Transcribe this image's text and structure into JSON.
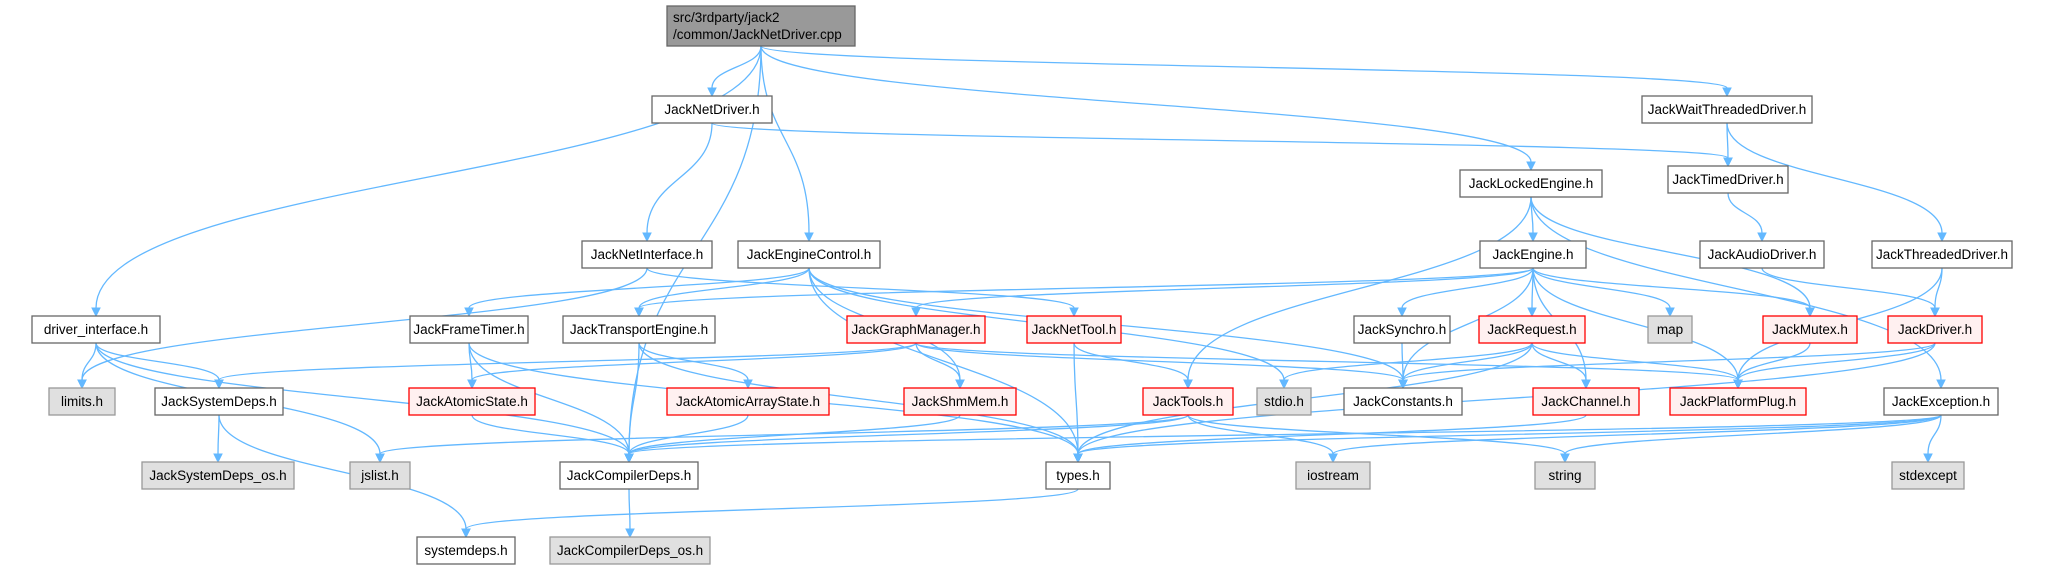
{
  "colors": {
    "edge": "#63b8ff",
    "normal_fill": "#ffffff",
    "normal_border": "#666666",
    "missing_fill": "#e0e0e0",
    "missing_border": "#999999",
    "truncated_fill": "#fff0f0",
    "truncated_border": "#ff0000",
    "root_fill": "#999999",
    "root_border": "#666666"
  },
  "nodes": [
    {
      "id": "root",
      "kind": "root",
      "lines": [
        "src/3rdparty/jack2",
        "/common/JackNetDriver.cpp"
      ]
    },
    {
      "id": "jacknetdriver-h",
      "kind": "normal",
      "lines": [
        "JackNetDriver.h"
      ]
    },
    {
      "id": "jackwaitthreadeddriver-h",
      "kind": "normal",
      "lines": [
        "JackWaitThreadedDriver.h"
      ]
    },
    {
      "id": "jacklockedengine-h",
      "kind": "normal",
      "lines": [
        "JackLockedEngine.h"
      ]
    },
    {
      "id": "jacktimeddriver-h",
      "kind": "normal",
      "lines": [
        "JackTimedDriver.h"
      ]
    },
    {
      "id": "jacknetinterface-h",
      "kind": "normal",
      "lines": [
        "JackNetInterface.h"
      ]
    },
    {
      "id": "jackenginecontrol-h",
      "kind": "normal",
      "lines": [
        "JackEngineControl.h"
      ]
    },
    {
      "id": "jackengine-h",
      "kind": "normal",
      "lines": [
        "JackEngine.h"
      ]
    },
    {
      "id": "jackaudiodriver-h",
      "kind": "normal",
      "lines": [
        "JackAudioDriver.h"
      ]
    },
    {
      "id": "jackthreadeddriver-h",
      "kind": "normal",
      "lines": [
        "JackThreadedDriver.h"
      ]
    },
    {
      "id": "driver-interface-h",
      "kind": "normal",
      "lines": [
        "driver_interface.h"
      ]
    },
    {
      "id": "jackframetimer-h",
      "kind": "normal",
      "lines": [
        "JackFrameTimer.h"
      ]
    },
    {
      "id": "jacktransportengine-h",
      "kind": "normal",
      "lines": [
        "JackTransportEngine.h"
      ]
    },
    {
      "id": "jackgraphmanager-h",
      "kind": "truncated",
      "lines": [
        "JackGraphManager.h"
      ]
    },
    {
      "id": "jacknettool-h",
      "kind": "truncated",
      "lines": [
        "JackNetTool.h"
      ]
    },
    {
      "id": "jacksynchro-h",
      "kind": "normal",
      "lines": [
        "JackSynchro.h"
      ]
    },
    {
      "id": "jackrequest-h",
      "kind": "truncated",
      "lines": [
        "JackRequest.h"
      ]
    },
    {
      "id": "map",
      "kind": "missing",
      "lines": [
        "map"
      ]
    },
    {
      "id": "jackmutex-h",
      "kind": "truncated",
      "lines": [
        "JackMutex.h"
      ]
    },
    {
      "id": "jackdriver-h",
      "kind": "truncated",
      "lines": [
        "JackDriver.h"
      ]
    },
    {
      "id": "limits-h",
      "kind": "missing",
      "lines": [
        "limits.h"
      ]
    },
    {
      "id": "jacksystemdeps-h",
      "kind": "normal",
      "lines": [
        "JackSystemDeps.h"
      ]
    },
    {
      "id": "jackatomicstate-h",
      "kind": "truncated",
      "lines": [
        "JackAtomicState.h"
      ]
    },
    {
      "id": "jackatomicarraystate-h",
      "kind": "truncated",
      "lines": [
        "JackAtomicArrayState.h"
      ]
    },
    {
      "id": "jackshmmem-h",
      "kind": "truncated",
      "lines": [
        "JackShmMem.h"
      ]
    },
    {
      "id": "jacktools-h",
      "kind": "truncated",
      "lines": [
        "JackTools.h"
      ]
    },
    {
      "id": "stdio-h",
      "kind": "missing",
      "lines": [
        "stdio.h"
      ]
    },
    {
      "id": "jackconstants-h",
      "kind": "normal",
      "lines": [
        "JackConstants.h"
      ]
    },
    {
      "id": "jackchannel-h",
      "kind": "truncated",
      "lines": [
        "JackChannel.h"
      ]
    },
    {
      "id": "jackplatformplug-h",
      "kind": "truncated",
      "lines": [
        "JackPlatformPlug.h"
      ]
    },
    {
      "id": "jackexception-h",
      "kind": "normal",
      "lines": [
        "JackException.h"
      ]
    },
    {
      "id": "jacksystemdeps-os-h",
      "kind": "missing",
      "lines": [
        "JackSystemDeps_os.h"
      ]
    },
    {
      "id": "jslist-h",
      "kind": "missing",
      "lines": [
        "jslist.h"
      ]
    },
    {
      "id": "jackcompilerdeps-h",
      "kind": "normal",
      "lines": [
        "JackCompilerDeps.h"
      ]
    },
    {
      "id": "types-h",
      "kind": "normal",
      "lines": [
        "types.h"
      ]
    },
    {
      "id": "iostream",
      "kind": "missing",
      "lines": [
        "iostream"
      ]
    },
    {
      "id": "string",
      "kind": "missing",
      "lines": [
        "string"
      ]
    },
    {
      "id": "stdexcept",
      "kind": "missing",
      "lines": [
        "stdexcept"
      ]
    },
    {
      "id": "systemdeps-h",
      "kind": "normal",
      "lines": [
        "systemdeps.h"
      ]
    },
    {
      "id": "jackcompilerdeps-os-h",
      "kind": "missing",
      "lines": [
        "JackCompilerDeps_os.h"
      ]
    }
  ],
  "edges": [
    [
      "root",
      "jacknetdriver-h"
    ],
    [
      "root",
      "jackwaitthreadeddriver-h"
    ],
    [
      "root",
      "jacklockedengine-h"
    ],
    [
      "root",
      "jackenginecontrol-h"
    ],
    [
      "root",
      "driver-interface-h"
    ],
    [
      "root",
      "jackcompilerdeps-h"
    ],
    [
      "jacknetdriver-h",
      "jacknetinterface-h"
    ],
    [
      "jacknetdriver-h",
      "jacktimeddriver-h"
    ],
    [
      "jackwaitthreadeddriver-h",
      "jacktimeddriver-h"
    ],
    [
      "jackwaitthreadeddriver-h",
      "jackthreadeddriver-h"
    ],
    [
      "jacktimeddriver-h",
      "jackaudiodriver-h"
    ],
    [
      "jackaudiodriver-h",
      "jackdriver-h"
    ],
    [
      "jackthreadeddriver-h",
      "jackdriver-h"
    ],
    [
      "jackthreadeddriver-h",
      "jackplatformplug-h"
    ],
    [
      "jacklockedengine-h",
      "jackengine-h"
    ],
    [
      "jacklockedengine-h",
      "jackmutex-h"
    ],
    [
      "jacklockedengine-h",
      "jacktools-h"
    ],
    [
      "jacklockedengine-h",
      "jackexception-h"
    ],
    [
      "jacknetinterface-h",
      "jacknettool-h"
    ],
    [
      "jacknetinterface-h",
      "limits-h"
    ],
    [
      "jackenginecontrol-h",
      "jackframetimer-h"
    ],
    [
      "jackenginecontrol-h",
      "jacktransportengine-h"
    ],
    [
      "jackenginecontrol-h",
      "jackshmmem-h"
    ],
    [
      "jackenginecontrol-h",
      "types-h"
    ],
    [
      "jackenginecontrol-h",
      "stdio-h"
    ],
    [
      "jackenginecontrol-h",
      "jackconstants-h"
    ],
    [
      "jackengine-h",
      "jackgraphmanager-h"
    ],
    [
      "jackengine-h",
      "jacktransportengine-h"
    ],
    [
      "jackengine-h",
      "jacksynchro-h"
    ],
    [
      "jackengine-h",
      "jackrequest-h"
    ],
    [
      "jackengine-h",
      "map"
    ],
    [
      "jackengine-h",
      "jackmutex-h"
    ],
    [
      "jackengine-h",
      "jackplatformplug-h"
    ],
    [
      "jackengine-h",
      "jackchannel-h"
    ],
    [
      "jackengine-h",
      "jackconstants-h"
    ],
    [
      "driver-interface-h",
      "limits-h"
    ],
    [
      "driver-interface-h",
      "jacksystemdeps-h"
    ],
    [
      "driver-interface-h",
      "jslist-h"
    ],
    [
      "driver-interface-h",
      "jackcompilerdeps-h"
    ],
    [
      "jackframetimer-h",
      "jackatomicstate-h"
    ],
    [
      "jackframetimer-h",
      "jackcompilerdeps-h"
    ],
    [
      "jackframetimer-h",
      "types-h"
    ],
    [
      "jacktransportengine-h",
      "jackatomicarraystate-h"
    ],
    [
      "jacktransportengine-h",
      "jackcompilerdeps-h"
    ],
    [
      "jacktransportengine-h",
      "types-h"
    ],
    [
      "jackgraphmanager-h",
      "jackshmmem-h"
    ],
    [
      "jackgraphmanager-h",
      "jackatomicstate-h"
    ],
    [
      "jackgraphmanager-h",
      "jacksystemdeps-h"
    ],
    [
      "jackgraphmanager-h",
      "jackconstants-h"
    ],
    [
      "jackgraphmanager-h",
      "jackplatformplug-h"
    ],
    [
      "jacknettool-h",
      "jacktools-h"
    ],
    [
      "jacknettool-h",
      "types-h"
    ],
    [
      "jacksynchro-h",
      "jackconstants-h"
    ],
    [
      "jackrequest-h",
      "jackconstants-h"
    ],
    [
      "jackrequest-h",
      "jackchannel-h"
    ],
    [
      "jackrequest-h",
      "jackplatformplug-h"
    ],
    [
      "jackrequest-h",
      "stdio-h"
    ],
    [
      "jackrequest-h",
      "types-h"
    ],
    [
      "jackmutex-h",
      "jackplatformplug-h"
    ],
    [
      "jackdriver-h",
      "jackplatformplug-h"
    ],
    [
      "jackdriver-h",
      "jackconstants-h"
    ],
    [
      "jackdriver-h",
      "types-h"
    ],
    [
      "jacksystemdeps-h",
      "jacksystemdeps-os-h"
    ],
    [
      "jacksystemdeps-h",
      "systemdeps-h"
    ],
    [
      "jackatomicstate-h",
      "jackcompilerdeps-h"
    ],
    [
      "jackatomicarraystate-h",
      "jackcompilerdeps-h"
    ],
    [
      "jackshmmem-h",
      "jackcompilerdeps-h"
    ],
    [
      "jacktools-h",
      "jackcompilerdeps-h"
    ],
    [
      "jacktools-h",
      "jslist-h"
    ],
    [
      "jacktools-h",
      "iostream"
    ],
    [
      "jacktools-h",
      "string"
    ],
    [
      "jackchannel-h",
      "types-h"
    ],
    [
      "jackexception-h",
      "stdexcept"
    ],
    [
      "jackexception-h",
      "string"
    ],
    [
      "jackexception-h",
      "iostream"
    ],
    [
      "jackexception-h",
      "jackcompilerdeps-h"
    ],
    [
      "jackexception-h",
      "types-h"
    ],
    [
      "jackcompilerdeps-h",
      "jackcompilerdeps-os-h"
    ],
    [
      "types-h",
      "systemdeps-h"
    ]
  ]
}
